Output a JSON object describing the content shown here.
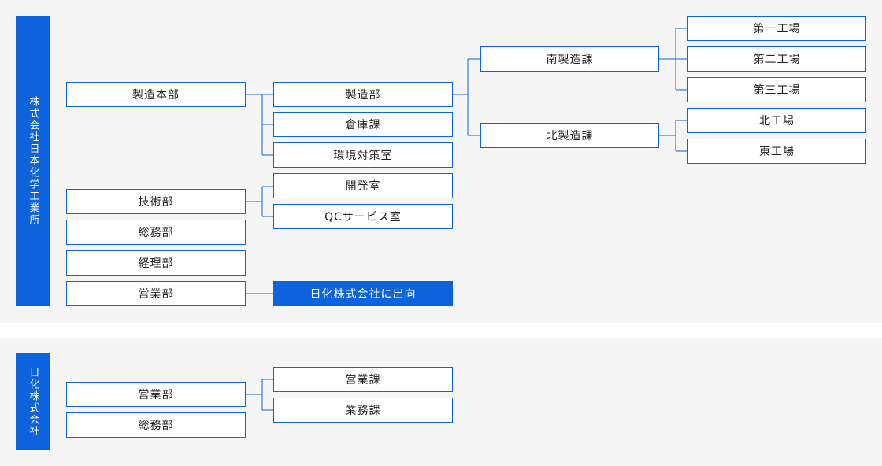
{
  "top_company": {
    "name": "株式会社日本化学工業所",
    "divisions": {
      "seizo_honbu": "製造本部",
      "gijutsu": "技術部",
      "somu": "総務部",
      "keiri": "経理部",
      "eigyo": "営業部"
    },
    "departments": {
      "seizo": "製造部",
      "souko": "倉庫課",
      "kankyo": "環境対策室",
      "kaihatsu": "開発室",
      "qc": "QCサービス室",
      "shukko": "日化株式会社に出向"
    },
    "sections": {
      "minami": "南製造課",
      "kita": "北製造課"
    },
    "plants": {
      "dai1": "第一工場",
      "dai2": "第二工場",
      "dai3": "第三工場",
      "kita": "北工場",
      "higashi": "東工場"
    }
  },
  "sub_company": {
    "name": "日化株式会社",
    "divisions": {
      "eigyo": "営業部",
      "somu": "総務部"
    },
    "sections": {
      "eigyo": "営業課",
      "gyomu": "業務課"
    }
  },
  "colors": {
    "accent": "#0d63dc",
    "panel_bg": "#f5f5f5"
  }
}
